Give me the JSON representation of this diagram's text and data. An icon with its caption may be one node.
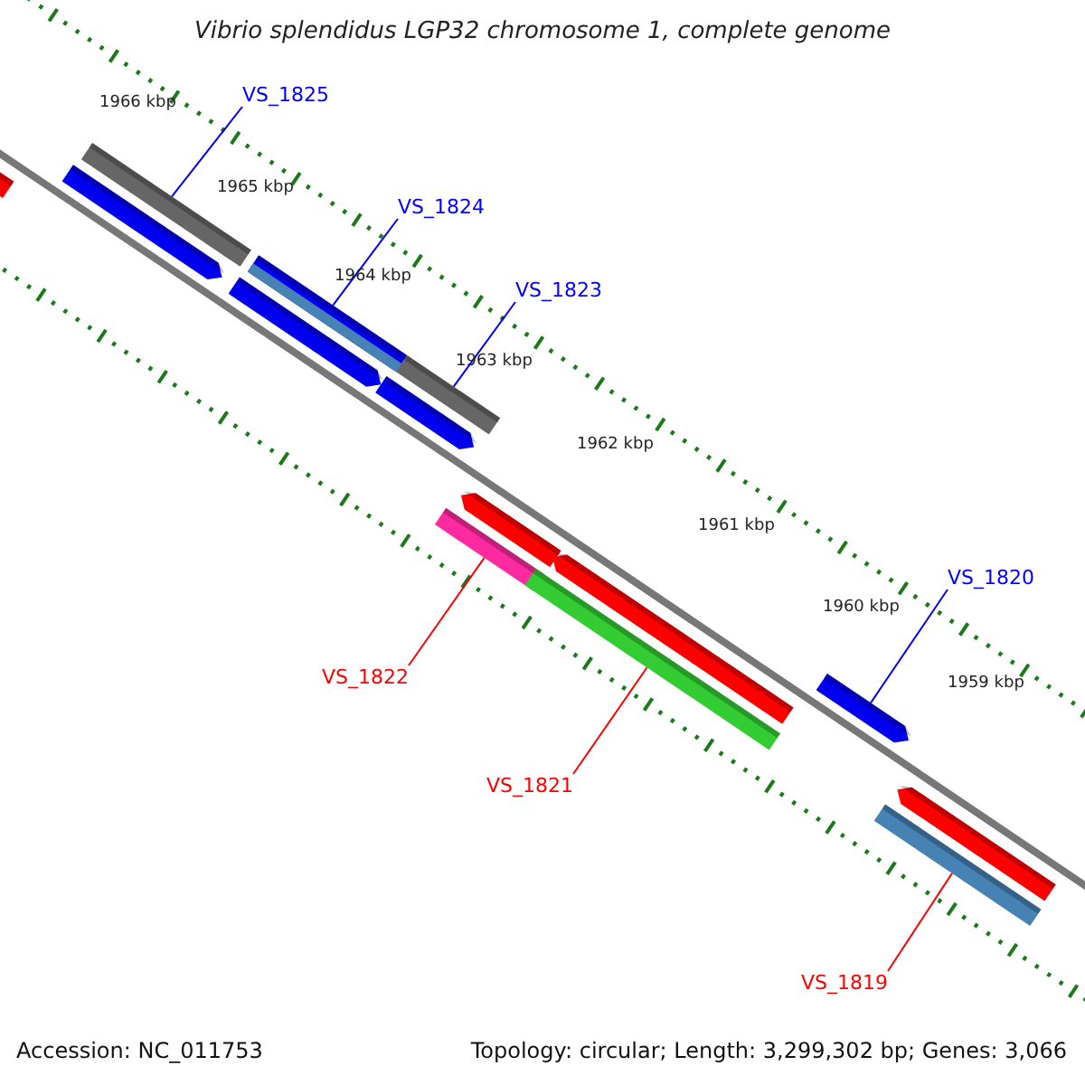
{
  "diagram": {
    "title": "Vibrio splendidus LGP32 chromosome 1, complete genome",
    "nodes": [
      {
        "text": [
          "VS_1825"
        ]
      },
      {
        "text": [],
        "shape": "bar"
      },
      {
        "text": [
          "VS_1824"
        ]
      },
      {
        "text": [],
        "shape": "bar"
      },
      {
        "text": [
          "VS_1823"
        ]
      },
      {
        "text": [],
        "shape": "bar"
      },
      {
        "text": [
          "VS_1820"
        ]
      },
      {
        "text": [],
        "shape": "bar"
      },
      {
        "text": [
          "VS_1822"
        ]
      },
      {
        "text": [],
        "shape": "bar"
      },
      {
        "text": [
          "VS_1821"
        ]
      },
      {
        "text": [],
        "shape": "bar"
      },
      {
        "text": [
          "VS_1819"
        ]
      },
      {
        "text": [],
        "shape": "bar"
      }
    ],
    "edges": [
      {
        "from": 0,
        "to": 1,
        "arrow": "none"
      },
      {
        "from": 2,
        "to": 3,
        "arrow": "none"
      },
      {
        "from": 4,
        "to": 5,
        "arrow": "none"
      },
      {
        "from": 6,
        "to": 7,
        "arrow": "none"
      },
      {
        "from": 8,
        "to": 9,
        "arrow": "none",
        "color": "#ff0000"
      },
      {
        "from": 10,
        "to": 11,
        "arrow": "none",
        "color": "#ff0000"
      },
      {
        "from": 12,
        "to": 13,
        "arrow": "none",
        "color": "#ff0000"
      }
    ],
    "labels": [
      "1966 kbp",
      "1965 kbp",
      "1964 kbp",
      "1963 kbp",
      "1962 kbp",
      "1961 kbp",
      "1960 kbp",
      "1959 kbp",
      "Accession: NC_011753",
      "Topology: circular; Length: 3,299,302 bp; Genes: 3,066"
    ]
  }
}
